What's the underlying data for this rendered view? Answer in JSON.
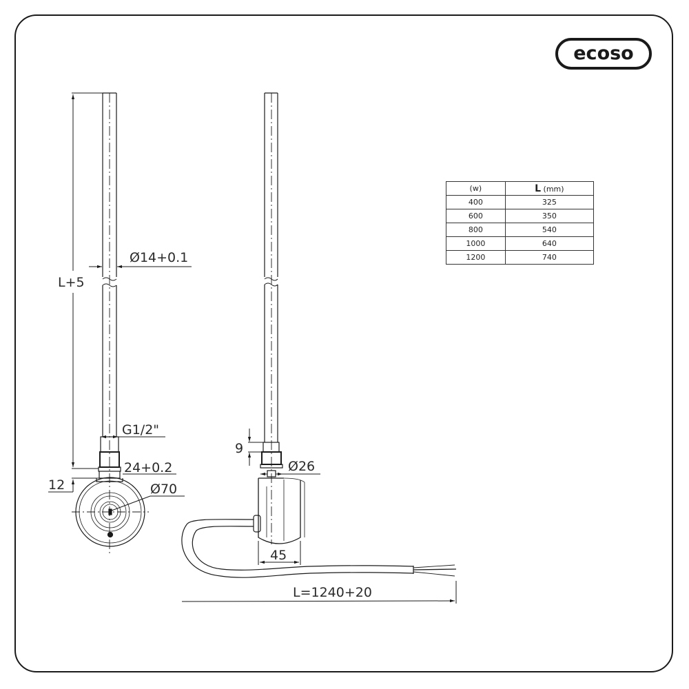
{
  "brand": {
    "logo_text": "ecoso"
  },
  "spec_table": {
    "headers": {
      "power": "(w)",
      "length_symbol": "L",
      "length_unit": "(mm)"
    },
    "rows": [
      {
        "power": "400",
        "length": "325"
      },
      {
        "power": "600",
        "length": "350"
      },
      {
        "power": "800",
        "length": "540"
      },
      {
        "power": "1000",
        "length": "640"
      },
      {
        "power": "1200",
        "length": "740"
      }
    ]
  },
  "front_view": {
    "dimensions": {
      "rod_length": "L+5",
      "rod_diameter": "Ø14+0.1",
      "thread": "G1/2\"",
      "nut_size": "24+0.2",
      "collar_height": "12",
      "body_diameter": "Ø70"
    }
  },
  "side_view": {
    "dimensions": {
      "thread_length": "9",
      "nut_diameter": "Ø26",
      "body_depth": "45",
      "cable_length": "L=1240+20"
    }
  },
  "colors": {
    "line": "#1a1a1a",
    "text": "#2a2a2a",
    "background": "#ffffff"
  }
}
